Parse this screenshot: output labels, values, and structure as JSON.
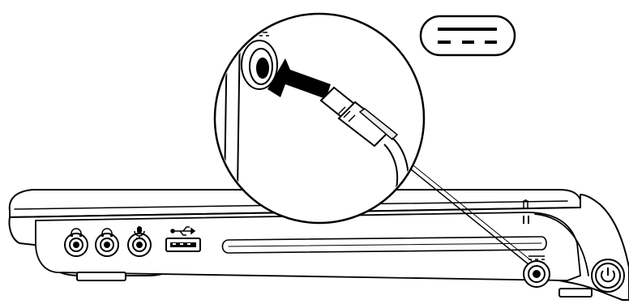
{
  "diagram": {
    "subject": "connect-ac-adapter-to-laptop-right-side",
    "colors": {
      "line": "#000000",
      "fill": "#ffffff",
      "shade": "#eeeeee"
    },
    "callout_badge": {
      "icon": "dc-power-symbol"
    },
    "magnified_view": {
      "icons": [
        "dc-power-symbol",
        "dc-input-jack",
        "insert-arrow",
        "power-plug",
        "power-cable"
      ]
    },
    "ports": [
      {
        "name": "headphone-port-1",
        "icon": "headphone-icon"
      },
      {
        "name": "headphone-port-2",
        "icon": "headphone-icon"
      },
      {
        "name": "microphone-port",
        "icon": "microphone-icon"
      },
      {
        "name": "usb-port",
        "icon": "usb-icon"
      },
      {
        "name": "optical-drive-slot",
        "icon": "optical-drive"
      },
      {
        "name": "ac-adapter-port",
        "icon": "dc-power-symbol"
      },
      {
        "name": "power-button",
        "icon": "power-icon"
      },
      {
        "name": "battery-status-light",
        "icon": "battery-icon"
      }
    ]
  }
}
